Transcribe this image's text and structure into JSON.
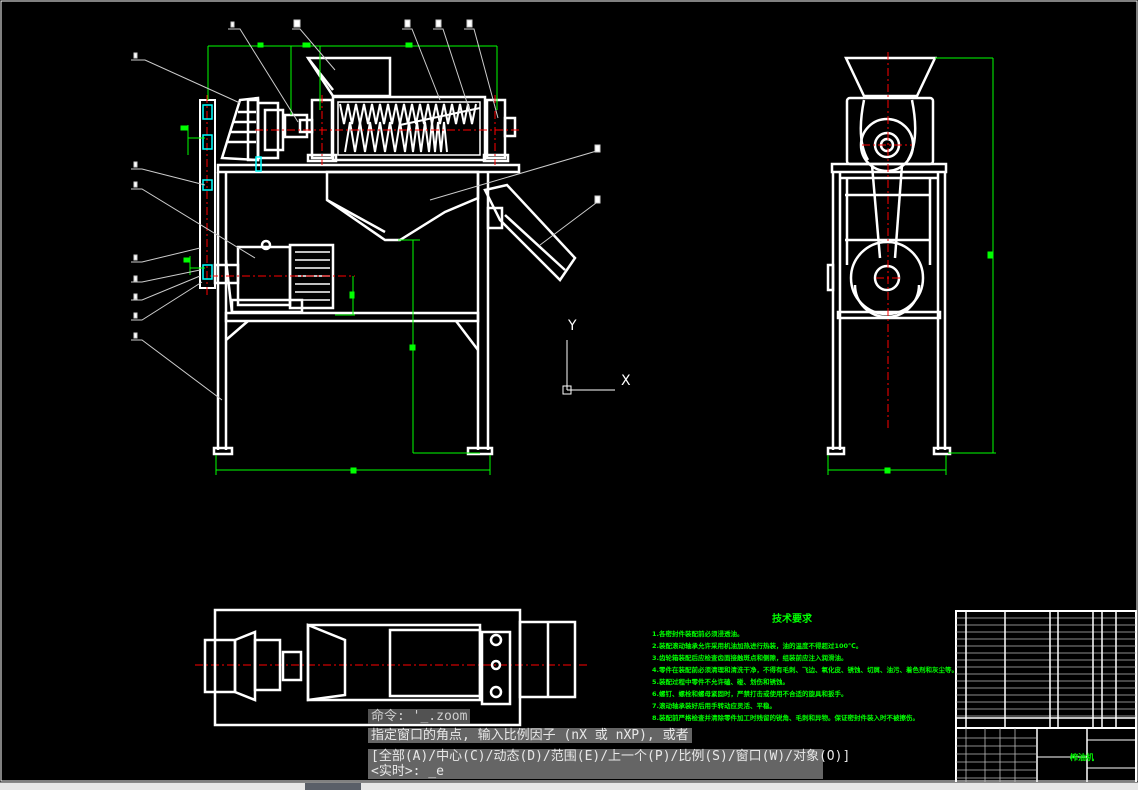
{
  "command_line": {
    "history": "命令: '_.zoom",
    "prompt_1": "指定窗口的角点, 输入比例因子 (nX 或 nXP), 或者",
    "prompt_2": "[全部(A)/中心(C)/动态(D)/范围(E)/上一个(P)/比例(S)/窗口(W)/对象(O)]",
    "prompt_3": "<实时>: _e"
  },
  "ucs": {
    "x_label": "X",
    "y_label": "Y"
  },
  "technical_requirements": {
    "title": "技术要求",
    "items": [
      "1.各密封件装配前必须浸透油。",
      "2.装配滚动轴承允许采用机油加热进行热装，油的温度不得超过100℃。",
      "3.齿轮箱装配后应检查齿面接触斑点和侧隙，组装前应注入润滑油。",
      "4.零件在装配前必须清理和清洗干净，不得有毛刺、飞边、氧化皮、锈蚀、切屑、油污、着色剂和灰尘等。",
      "5.装配过程中零件不允许磕、碰、划伤和锈蚀。",
      "6.螺钉、螺栓和螺母紧固时，严禁打击或使用不合适的旋具和扳手。",
      "7.滚动轴承装好后用手转动应灵活、平稳。",
      "8.装配前严格检查并清除零件加工时残留的锐角、毛刺和异物。保证密封件装入时不被擦伤。"
    ]
  },
  "title_block": {
    "drawing_name": "榨油机"
  },
  "colors": {
    "background": "#000000",
    "geometry": "#ffffff",
    "dimension": "#00ff00",
    "centerline": "#ff0000",
    "hidden": "#00ffff"
  }
}
